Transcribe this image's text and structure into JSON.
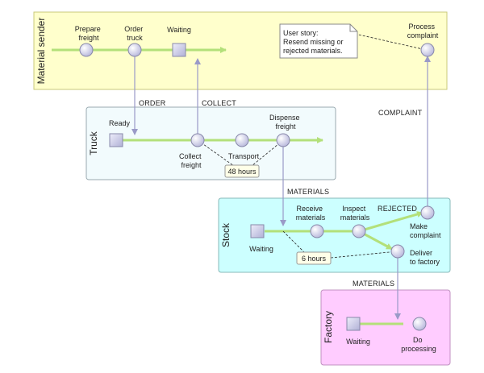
{
  "lanes": {
    "material_sender": "Material sender",
    "truck": "Truck",
    "stock": "Stock",
    "factory": "Factory"
  },
  "sender": {
    "prepare": [
      "Prepare",
      "freight"
    ],
    "order": [
      "Order",
      "truck"
    ],
    "waiting": "Waiting",
    "process": [
      "Process",
      "complaint"
    ],
    "story": [
      "User story:",
      "Resend missing or",
      "rejected materials."
    ]
  },
  "truck": {
    "ready": "Ready",
    "collect": [
      "Collect",
      "freight"
    ],
    "transport": "Transport",
    "dispense": [
      "Dispense",
      "freight"
    ],
    "duration": "48 hours"
  },
  "stock": {
    "waiting": "Waiting",
    "receive": [
      "Receive",
      "materials"
    ],
    "inspect": [
      "Inspect",
      "materials"
    ],
    "complain": [
      "Make",
      "complaint"
    ],
    "deliver": [
      "Deliver",
      "to factory"
    ],
    "duration": "6 hours"
  },
  "factory": {
    "waiting": "Waiting",
    "process": [
      "Do",
      "processing"
    ]
  },
  "flows": {
    "order": "ORDER",
    "collect": "COLLECT",
    "materials_1": "MATERIALS",
    "rejected": "REJECTED",
    "complaint": "COMPLAINT",
    "materials_2": "MATERIALS"
  },
  "colors": {
    "sender_fill": "#ffffcc",
    "truck_fill": "#f2fbfd",
    "stock_fill": "#ccffff",
    "factory_fill": "#ffccff",
    "timeline": "#b3e07a",
    "node_fill": "#d8d8f0",
    "node_stroke": "#8888aa",
    "connector": "#9a9ac8"
  }
}
